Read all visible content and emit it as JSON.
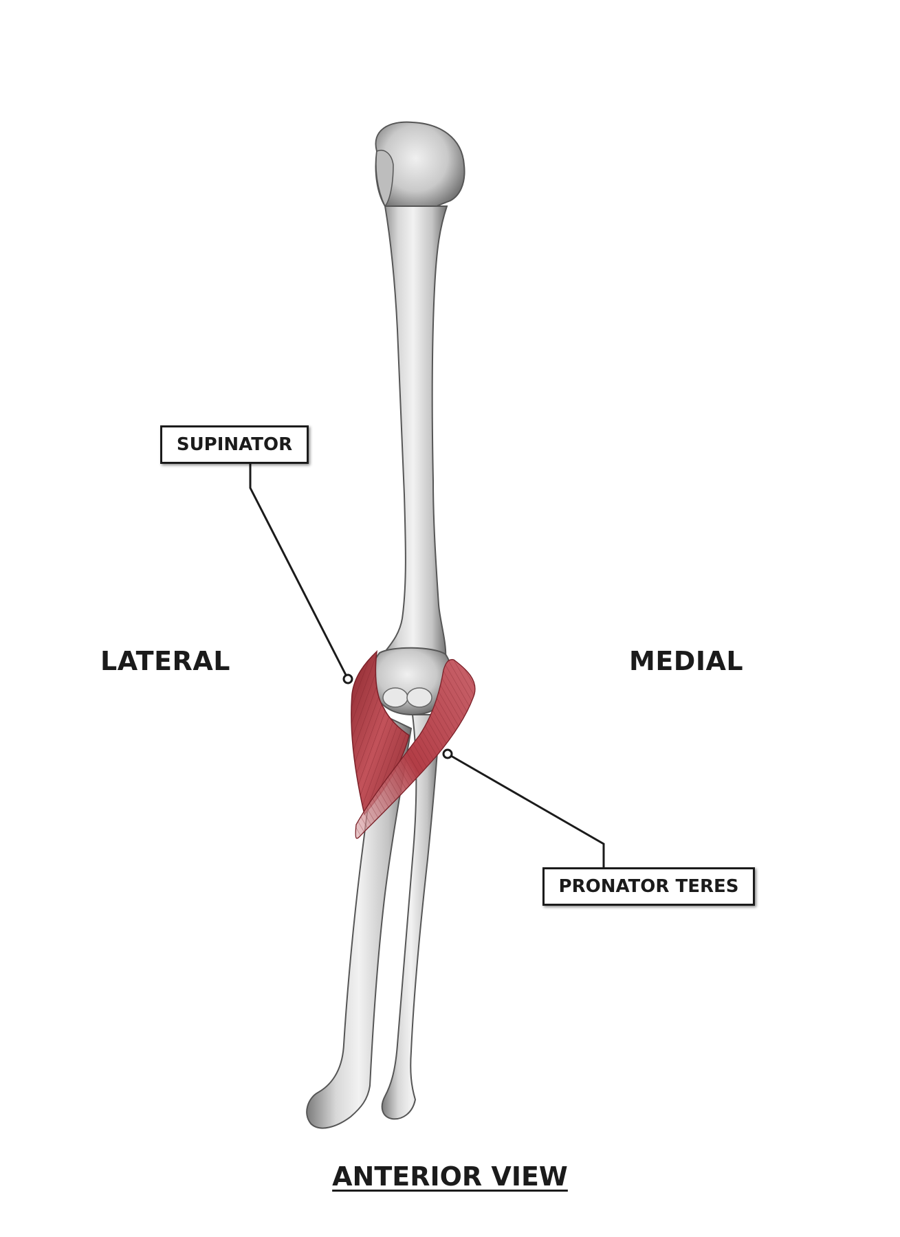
{
  "labels": {
    "lateral": "LATERAL",
    "medial": "MEDIAL",
    "supinator": "SUPINATOR",
    "pronator_teres": "PRONATOR TERES",
    "view": "ANTERIOR VIEW"
  },
  "colors": {
    "background": "#ffffff",
    "text": "#1b1b1b",
    "bone": "#d9d9d9",
    "bone_shadow": "#8a8a8a",
    "muscle": "#b8444a",
    "muscle_dark": "#8e2a31"
  }
}
